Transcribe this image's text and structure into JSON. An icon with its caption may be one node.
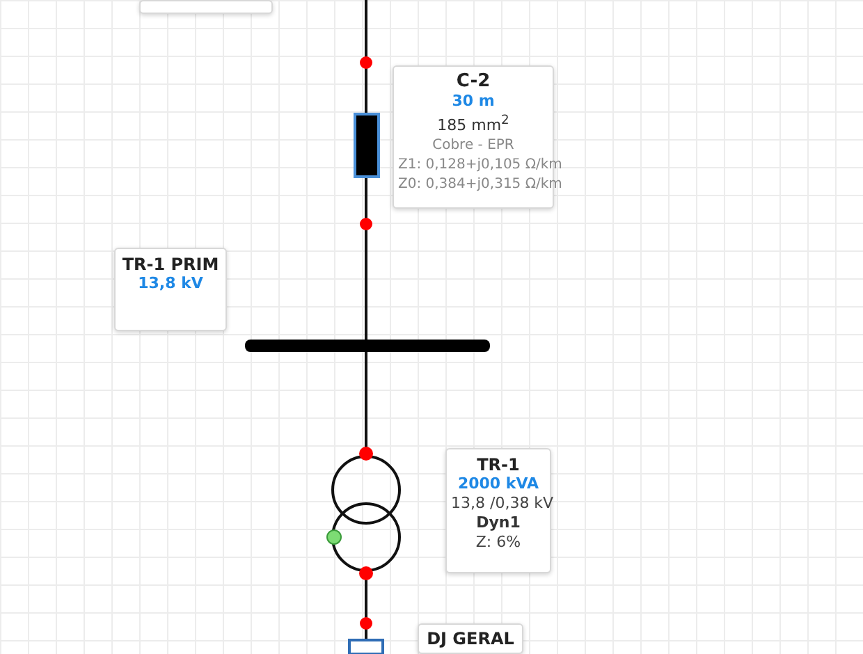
{
  "diagram": {
    "nodes": [
      {
        "text": [],
        "shape": "box"
      },
      {
        "text": [],
        "shape": "box"
      },
      {
        "text": [
          "C-2",
          "30 m",
          "185 mm$^{2}$",
          "Cobre - EPR",
          "Z1: 0,128+j0,105 Ω/km",
          "Z0: 0,384+j0,315 Ω/km"
        ]
      },
      {
        "text": [
          "TR-1 PRIM",
          "13,8 kV"
        ]
      },
      {
        "text": [],
        "shape": "bar"
      },
      {
        "text": [],
        "shape": "circle"
      },
      {
        "text": [
          "TR-1",
          "2000 kVA",
          "13,8 /0,38 kV",
          "Dyn1",
          "Z: 6%"
        ]
      },
      {
        "text": [],
        "shape": "box"
      },
      {
        "text": [
          "DJ GERAL"
        ]
      }
    ],
    "edges": [
      {
        "from": null,
        "to": 1,
        "arrow": "none"
      },
      {
        "from": 1,
        "to": 4,
        "arrow": "none"
      },
      {
        "from": 4,
        "to": 5,
        "arrow": "none"
      },
      {
        "from": 5,
        "to": 7,
        "arrow": "none"
      }
    ]
  }
}
